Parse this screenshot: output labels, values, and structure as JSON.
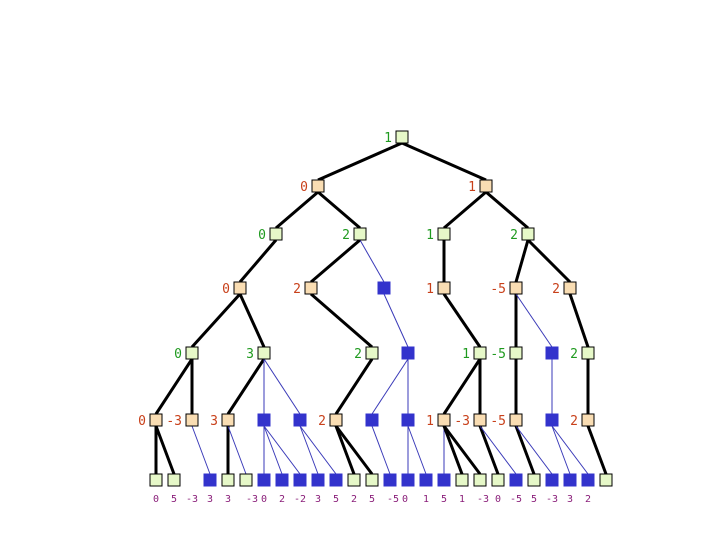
{
  "colors": {
    "max_node": "#fff3c4",
    "min_node": "#f9ddb3",
    "leaf_node": "#e6f8c8",
    "pruned_node": "#3333cc",
    "edge": "#000000",
    "pruned_edge": "#3a3ab8"
  },
  "levels": [
    {
      "kind": "max",
      "label_color": "green",
      "nodes": [
        {
          "id": "r",
          "value": "1"
        }
      ]
    },
    {
      "kind": "min",
      "label_color": "red",
      "nodes": [
        {
          "id": "a",
          "value": "0"
        },
        {
          "id": "b",
          "value": "1"
        }
      ]
    },
    {
      "kind": "max",
      "label_color": "green",
      "nodes": [
        {
          "id": "c",
          "value": "0"
        },
        {
          "id": "d",
          "value": "2"
        },
        {
          "id": "e",
          "value": "1"
        },
        {
          "id": "f",
          "value": "2"
        }
      ]
    },
    {
      "kind": "min",
      "label_color": "red",
      "nodes": [
        {
          "id": "g",
          "value": "0"
        },
        {
          "id": "h",
          "value": "2"
        },
        {
          "id": "i",
          "value": "",
          "pruned": true
        },
        {
          "id": "j",
          "value": "1"
        },
        {
          "id": "k",
          "value": "-5"
        },
        {
          "id": "l",
          "value": "2"
        }
      ]
    },
    {
      "kind": "max",
      "label_color": "green",
      "nodes": [
        {
          "id": "m",
          "value": "0"
        },
        {
          "id": "n",
          "value": "3"
        },
        {
          "id": "o",
          "value": "2"
        },
        {
          "id": "p",
          "value": "",
          "pruned": true
        },
        {
          "id": "q",
          "value": "1"
        },
        {
          "id": "s",
          "value": "-5"
        },
        {
          "id": "t",
          "value": "",
          "pruned": true
        },
        {
          "id": "u",
          "value": "2"
        }
      ]
    },
    {
      "kind": "min",
      "label_color": "red",
      "nodes": [
        {
          "id": "v1",
          "value": "0"
        },
        {
          "id": "v2",
          "value": "-3"
        },
        {
          "id": "v3",
          "value": "3"
        },
        {
          "id": "v4",
          "value": "",
          "pruned": true
        },
        {
          "id": "v5",
          "value": "",
          "pruned": true
        },
        {
          "id": "v6",
          "value": "2"
        },
        {
          "id": "v7",
          "value": "",
          "pruned": true
        },
        {
          "id": "v8",
          "value": "",
          "pruned": true
        },
        {
          "id": "v9",
          "value": "1"
        },
        {
          "id": "v10",
          "value": "-3"
        },
        {
          "id": "v11",
          "value": "-5"
        },
        {
          "id": "v12",
          "value": "",
          "pruned": true
        },
        {
          "id": "v13",
          "value": "2"
        }
      ]
    }
  ],
  "leaves": [
    {
      "value": "0"
    },
    {
      "value": "5"
    },
    {
      "value": "-3",
      "pruned": true
    },
    {
      "value": "3"
    },
    {
      "value": "3",
      "pruned": false
    },
    {
      "value": "-3",
      "pruned": true
    },
    {
      "value": "0",
      "pruned": true
    },
    {
      "value": "2",
      "pruned": true
    },
    {
      "value": "-2",
      "pruned": true
    },
    {
      "value": "3",
      "pruned": true
    },
    {
      "value": "5"
    },
    {
      "value": "2"
    },
    {
      "value": "5",
      "pruned": true
    },
    {
      "value": "-5",
      "pruned": true
    },
    {
      "value": "0",
      "pruned": true
    },
    {
      "value": "1",
      "pruned": true
    },
    {
      "value": "5"
    },
    {
      "value": "1"
    },
    {
      "value": "-3"
    },
    {
      "value": "0",
      "pruned": true
    },
    {
      "value": "-5"
    },
    {
      "value": "5",
      "pruned": true
    },
    {
      "value": "-3",
      "pruned": true
    },
    {
      "value": "3",
      "pruned": true
    },
    {
      "value": "2"
    }
  ],
  "leaf_label_row": "0 5 -3 3 3 -3 0 2 -2 3 5 2 5 -5 0 1 5 1 -3 0 -5 5 -3 3 2"
}
